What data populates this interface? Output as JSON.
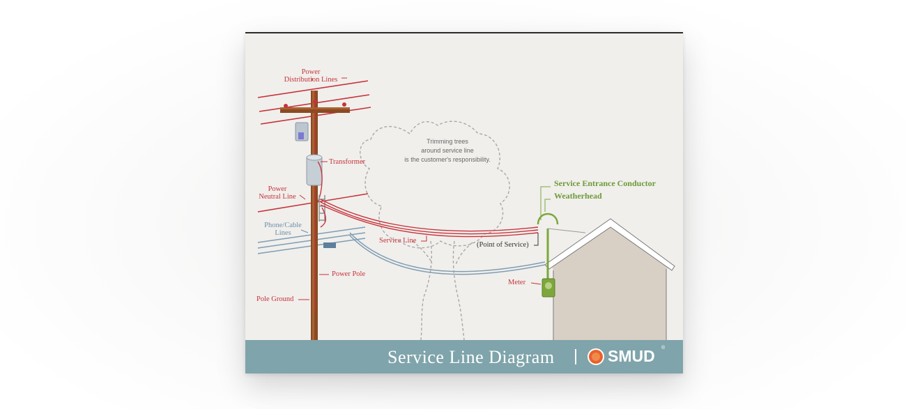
{
  "diagram": {
    "labels": {
      "power_distribution_lines": "Power\nDistribution Lines",
      "transformer": "Transformer",
      "power_neutral_line": "Power\nNeutral Line",
      "phone_cable_lines": "Phone/Cable\nLines",
      "power_pole": "Power Pole",
      "pole_ground": "Pole Ground",
      "service_line": "Service Line",
      "point_of_service": "(Point of Service)",
      "service_entrance_conductor": "Service Entrance Conductor",
      "weatherhead": "Weatherhead",
      "meter": "Meter"
    },
    "tree_note": "Trimming trees\naround service line\nis the customer's responsibility."
  },
  "banner": {
    "title": "Service Line Diagram",
    "brand": "SMUD",
    "registered": "®"
  },
  "colors": {
    "power": "#c8323a",
    "phone_cable": "#6e8fa8",
    "customer": "#6f9a3a",
    "banner": "#7fa4ab",
    "pole": "#8a4a22",
    "logo": "#e8612c"
  }
}
